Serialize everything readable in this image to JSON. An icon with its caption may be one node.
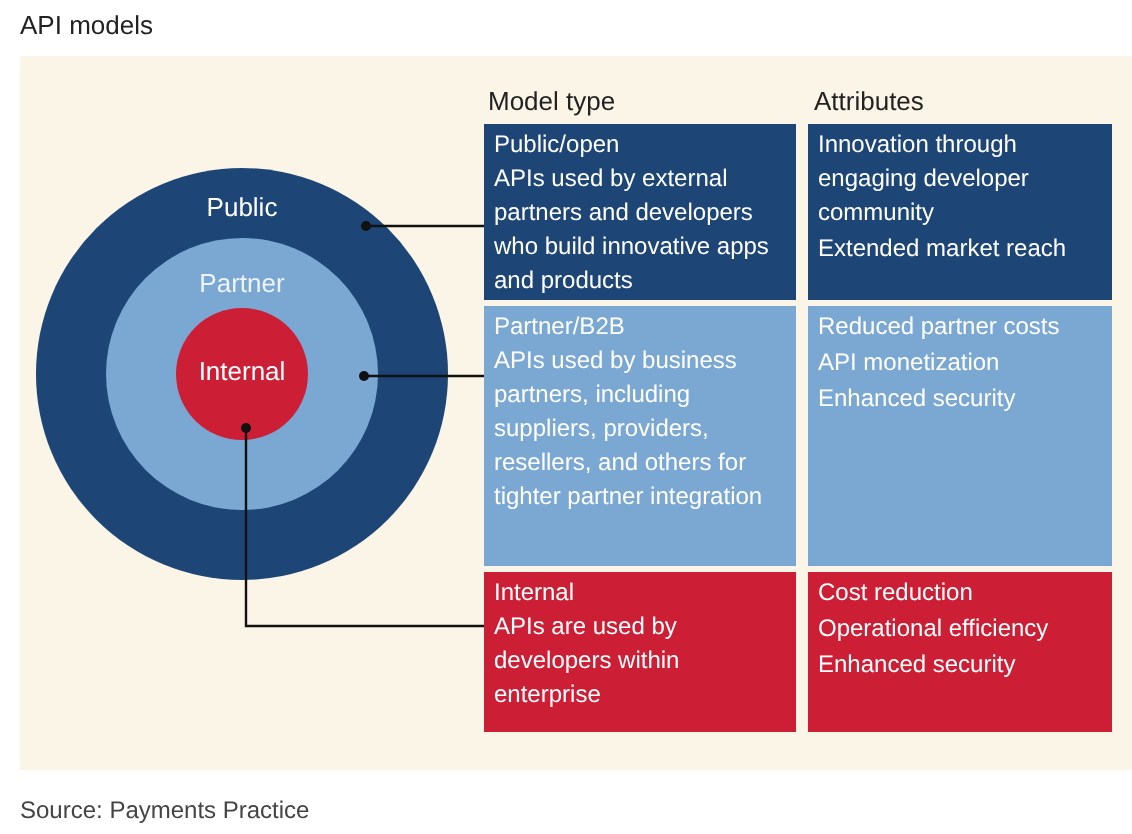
{
  "diagram": {
    "title": "API models",
    "caption": "Source: Payments Practice",
    "nodes": [
      {
        "text": [
          "Public"
        ]
      },
      {
        "text": [
          "Partner"
        ],
        "in": 0
      },
      {
        "text": [
          "Internal"
        ],
        "in": 1
      },
      {
        "text": [
          "Public/open",
          "APIs used by external partners and developers who build innovative apps and products"
        ]
      },
      {
        "text": [
          "Innovation through engaging developer community",
          "Extended market reach"
        ]
      },
      {
        "text": [
          "Partner/B2B",
          "APIs used by business partners, including suppliers, providers, resellers, and others for tighter partner integration"
        ]
      },
      {
        "text": [
          "Reduced partner costs",
          "API monetization",
          "Enhanced security"
        ]
      },
      {
        "text": [
          "Internal",
          "APIs are used by developers within enterprise"
        ]
      },
      {
        "text": [
          "Cost reduction",
          "Operational efficiency",
          "Enhanced security"
        ]
      }
    ],
    "edges": [
      {
        "from": 0,
        "to": 3,
        "arrow": "other"
      },
      {
        "from": 1,
        "to": 5,
        "arrow": "other"
      },
      {
        "from": 2,
        "to": 7,
        "arrow": "other"
      }
    ],
    "labels": [
      "Model type",
      "Attributes"
    ]
  }
}
